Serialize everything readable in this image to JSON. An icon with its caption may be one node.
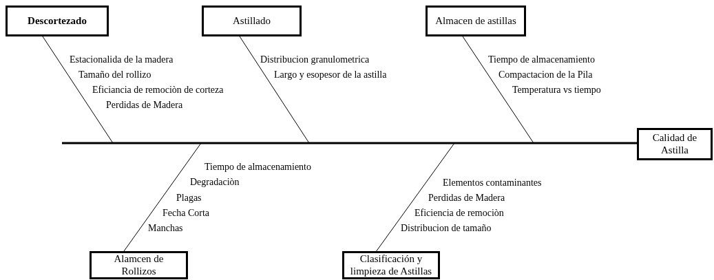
{
  "diagram": {
    "nodes": [
      {
        "text": [
          "Descortezado"
        ]
      },
      {
        "text": [
          "Astillado"
        ]
      },
      {
        "text": [
          "Almacen de astillas"
        ]
      },
      {
        "text": [
          "Calidad de Astilla"
        ]
      },
      {
        "text": [
          "Alamcen de Rollizos"
        ]
      },
      {
        "text": [
          "Clasificación y limpieza de Astillas"
        ]
      }
    ],
    "edges": [
      {
        "from": null,
        "to": 3,
        "arrow": "none",
        "style": "thick"
      },
      {
        "from": 0,
        "to": null,
        "arrow": "none"
      },
      {
        "from": 1,
        "to": null,
        "arrow": "none"
      },
      {
        "from": 2,
        "to": null,
        "arrow": "none"
      },
      {
        "from": 4,
        "to": null,
        "arrow": "none"
      },
      {
        "from": 5,
        "to": null,
        "arrow": "none"
      }
    ],
    "labels": [
      "Estacionalida de la madera",
      "Tamaño del rollizo",
      "Eficiancia de remociòn de corteza",
      "Perdidas de Madera",
      "Distribucion granulometrica",
      "Largo y esopesor de la astilla",
      "Tiempo de almacenamiento",
      "Compactacion de la Pila",
      "Temperatura vs tiempo",
      "Tiempo de almacenamiento",
      "Degradaciòn",
      "Plagas",
      "Fecha Corta",
      "Manchas",
      "Elementos contaminantes",
      "Perdidas de Madera",
      "Eficiencia de remociòn",
      "Distribucion de tamaño"
    ]
  }
}
